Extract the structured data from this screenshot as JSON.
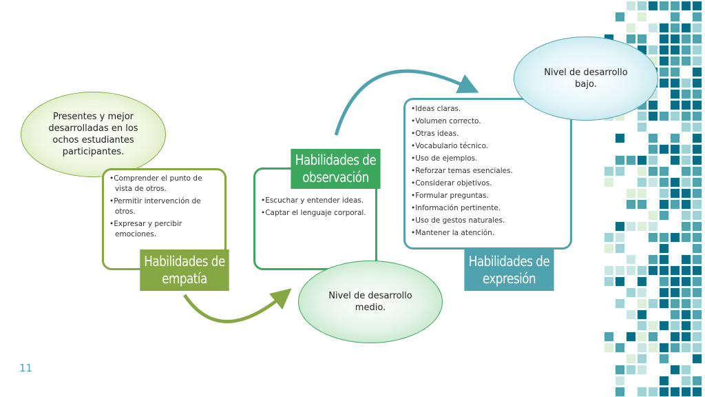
{
  "slide_number": "11",
  "colors": {
    "teal_dark": "#0a6f86",
    "teal": "#4fa3ae",
    "teal_light": "#9fd3d7",
    "green_olive": "#86a844",
    "green": "#3ca85e"
  },
  "empathy": {
    "title": "Habilidades de\nempatía",
    "items": [
      "Comprender el punto de vista de otros.",
      "Permitir intervención de otros.",
      "Expresar y percibir emociones."
    ],
    "note": "Presentes y mejor desarrolladas en los ochos estudiantes participantes."
  },
  "observation": {
    "title": "Habilidades de\nobservación",
    "items": [
      "Escuchar y entender ideas.",
      "Captar el lenguaje corporal."
    ],
    "note": "Nivel de desarrollo medio."
  },
  "expression": {
    "title": "Habilidades de\nexpresión",
    "items": [
      "Ideas claras.",
      "Volumen correcto.",
      "Otras ideas.",
      "Vocabulario técnico.",
      "Uso de ejemplos.",
      "Reforzar temas esenciales.",
      "Considerar objetivos.",
      "Formular preguntas.",
      "Información pertinente.",
      "Uso de gestos naturales.",
      "Mantener la atención."
    ],
    "note": "Nivel de desarrollo bajo."
  }
}
